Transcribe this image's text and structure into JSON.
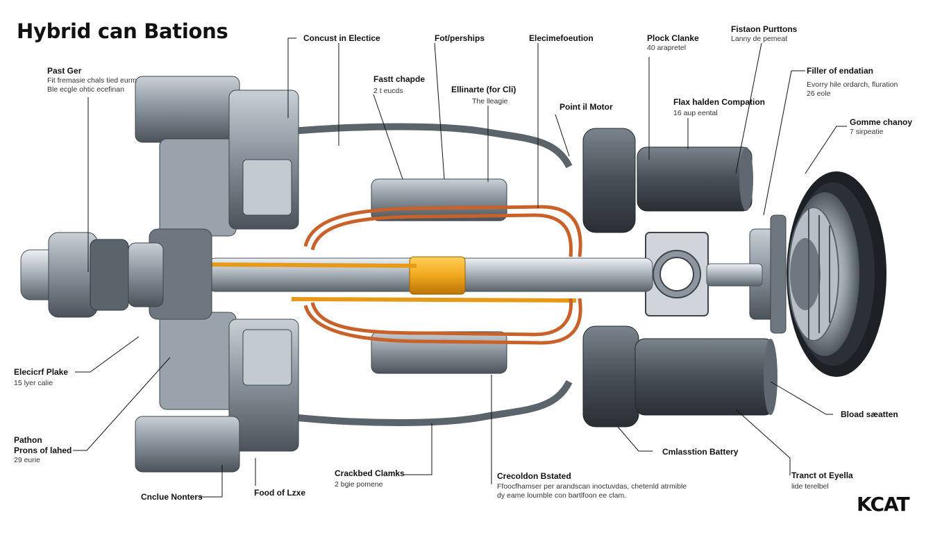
{
  "title": "Hybrid can Bations",
  "logo": "KCAT",
  "labels": {
    "past_ger": {
      "h": "Past Ger",
      "s1": "Fit fremasie chals tied eurm",
      "s2": "Ble ecgle  ohtic ecefinan"
    },
    "concust": {
      "h": "Concust in Electice"
    },
    "fot_pershps": {
      "h": "Fot/perships"
    },
    "electro": {
      "h": "Elecimefoeution"
    },
    "plock_clanke": {
      "h": "Plock Clanke",
      "s1": "40 arapretel"
    },
    "fistaon": {
      "h": "Fistaon Purttons",
      "s1": "Lanny de pemeat"
    },
    "filler": {
      "h": "Filler of endatian",
      "s1": "Evorry hile ordarch, fluration",
      "s2": "26 eole"
    },
    "fastt": {
      "h": "Fastt chapde",
      "s1": "2 t eucds"
    },
    "ellinarte": {
      "h": "Ellinarte (for Cli)",
      "s1": "The lleagie"
    },
    "point_motor": {
      "h": "Point il Motor"
    },
    "flax": {
      "h": "Flax halden Compation",
      "s1": "16 aup eental"
    },
    "gomme": {
      "h": "Gomme chanoy",
      "s1": "7 sirpeatie"
    },
    "elecicrf": {
      "h": "Elecicrf Plake",
      "s1": "15 lyer calie"
    },
    "pathon": {
      "h": "Pathon",
      "s1": "Prons of lahed",
      "s2": "29 eurie"
    },
    "bload": {
      "h": "Bload sæatten"
    },
    "cmlasstion": {
      "h": "Cmlasstion Battery"
    },
    "cracked": {
      "h": "Crackbed Clamks",
      "s1": "2 bgie pomene"
    },
    "crecoldon": {
      "h": "Crecoldon Bstated",
      "s1": "Ffoocfhamser per arandscan inoctuvdas, chetenld atrmible",
      "s2": "dy eame loumble con bartlfoon ee clam."
    },
    "tranct": {
      "h": "Tranct ot Eyella",
      "s1": "lide terelbel"
    },
    "cnclue": {
      "h": "Cnclue Nonters"
    },
    "food": {
      "h": "Food of Lzxe"
    }
  },
  "colors": {
    "steel": "#8a939c",
    "steel_dark": "#3d434a",
    "copper": "#c8622a",
    "yellow": "#f2a81d",
    "tire": "#1d2024",
    "motor": "#4a5159"
  }
}
